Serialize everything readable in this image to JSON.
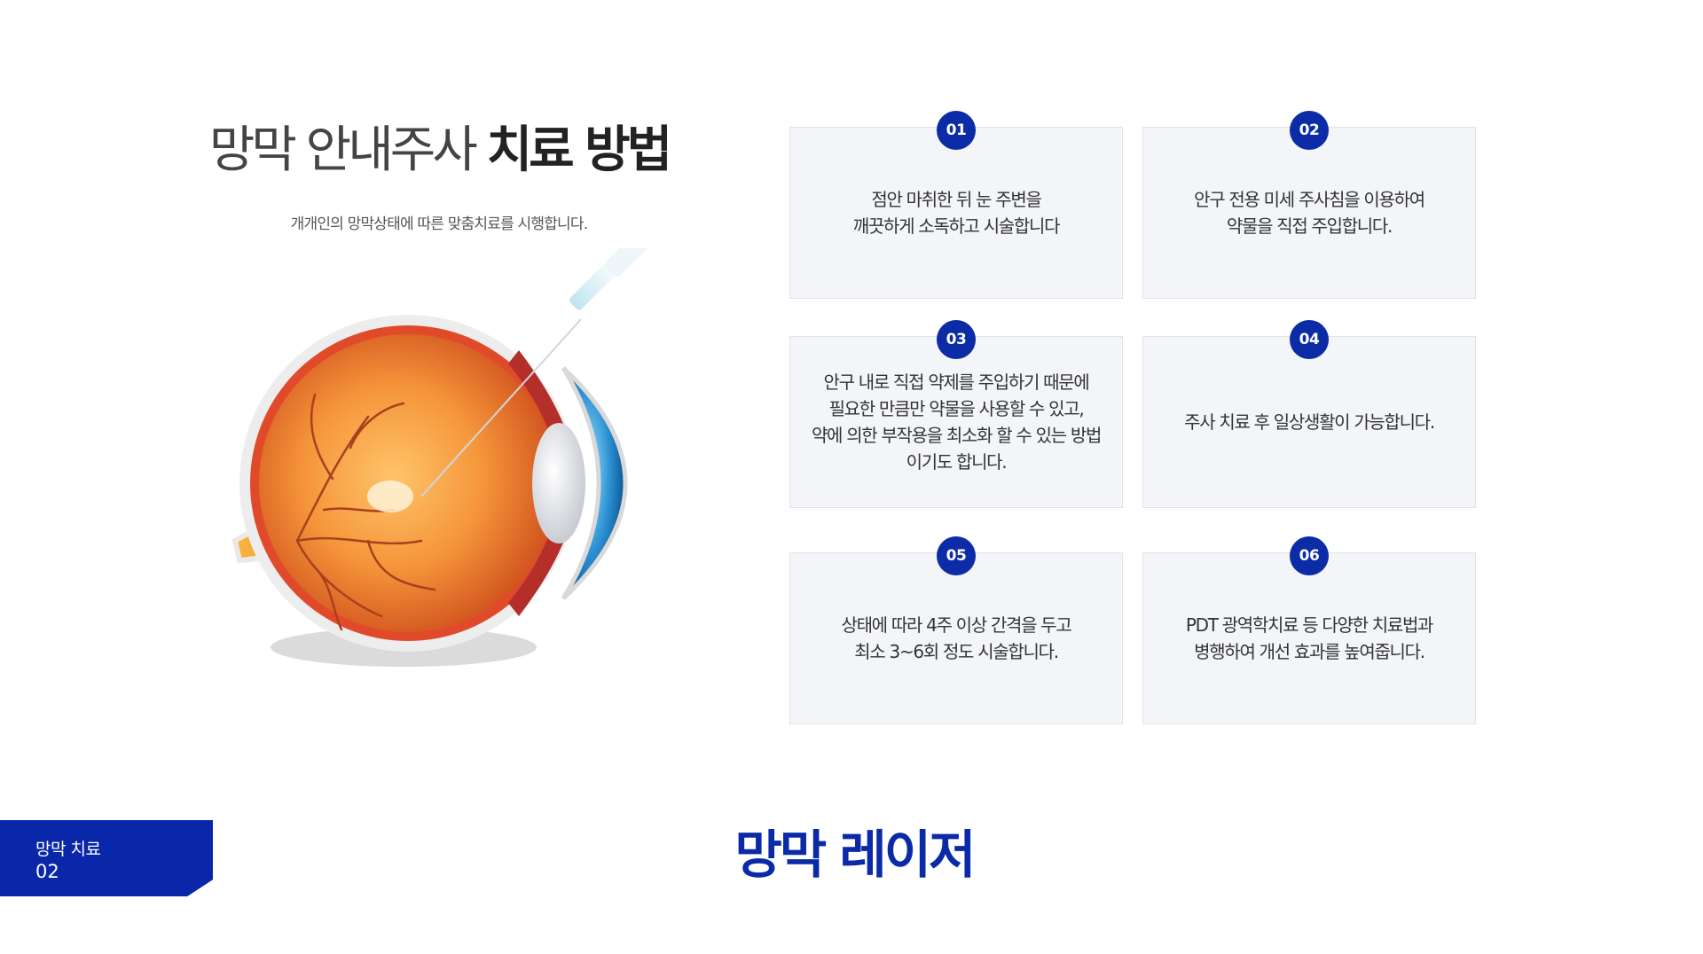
{
  "header": {
    "title_light": "망막 안내주사",
    "title_bold": "치료 방법",
    "subtitle": "개개인의 망막상태에 따른 맞춤치료를 시행합니다."
  },
  "steps": [
    {
      "number": "01",
      "text": "점안 마취한 뒤 눈 주변을\n깨끗하게 소독하고 시술합니다"
    },
    {
      "number": "02",
      "text": "안구 전용 미세 주사침을 이용하여\n약물을 직접 주입합니다."
    },
    {
      "number": "03",
      "text": "안구 내로 직접 약제를 주입하기 때문에\n필요한 만큼만 약물을 사용할 수 있고,\n약에 의한 부작용을 최소화 할 수 있는 방법\n이기도 합니다."
    },
    {
      "number": "04",
      "text": "주사 치료 후 일상생활이 가능합니다."
    },
    {
      "number": "05",
      "text": "상태에 따라 4주 이상 간격을 두고\n최소 3~6회 정도 시술합니다."
    },
    {
      "number": "06",
      "text": "PDT 광역학치료 등 다양한 치료법과\n병행하여 개선 효과를 높여줍니다."
    }
  ],
  "footer": {
    "tag_label": "망막 치료",
    "tag_number": "02",
    "section_title": "망막 레이저"
  },
  "colors": {
    "accent": "#0c2ba6",
    "card_bg": "#f3f5f9",
    "card_border": "#dfe3ea"
  },
  "icons": {
    "illustration": "eye-injection-illustration"
  }
}
